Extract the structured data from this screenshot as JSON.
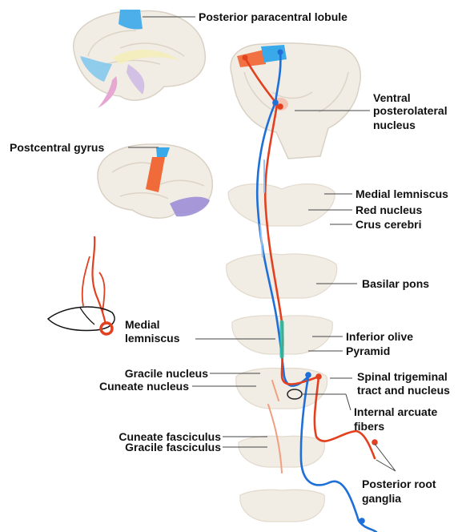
{
  "colors": {
    "lemniscus_red": "#e2401f",
    "fasciculus_blue": "#1f6fd8",
    "paracentral_blue": "#3aa9ea",
    "postcentral_orange": "#f06a3a",
    "tissue": "#f1ece4",
    "tissue_edge": "#d9d1c4",
    "leader_line": "#444444",
    "label_text": "#111111"
  },
  "icons": [
    "medial-sagittal-brain-icon",
    "lateral-brain-icon",
    "coronal-section-icon",
    "sensory-neuron-icon"
  ],
  "labels": {
    "posterior_paracentral_lobule": "Posterior paracentral lobule",
    "ventral_posterolateral_1": "Ventral",
    "ventral_posterolateral_2": "posterolateral",
    "ventral_posterolateral_3": "nucleus",
    "postcentral_gyrus": "Postcentral gyrus",
    "medial_lemniscus_upper": "Medial lemniscus",
    "red_nucleus": "Red nucleus",
    "crus_cerebri": "Crus cerebri",
    "basilar_pons": "Basilar pons",
    "medial_lemniscus_left_1": "Medial",
    "medial_lemniscus_left_2": "lemniscus",
    "inferior_olive": "Inferior olive",
    "pyramid": "Pyramid",
    "gracile_nucleus": "Gracile nucleus",
    "cuneate_nucleus": "Cuneate nucleus",
    "spinal_trigeminal_1": "Spinal trigeminal",
    "spinal_trigeminal_2": "tract and nucleus",
    "internal_arcuate_1": "Internal arcuate",
    "internal_arcuate_2": "fibers",
    "cuneate_fasciculus": "Cuneate fasciculus",
    "gracile_fasciculus": "Gracile fasciculus",
    "posterior_root_1": "Posterior root",
    "posterior_root_2": "ganglia"
  }
}
